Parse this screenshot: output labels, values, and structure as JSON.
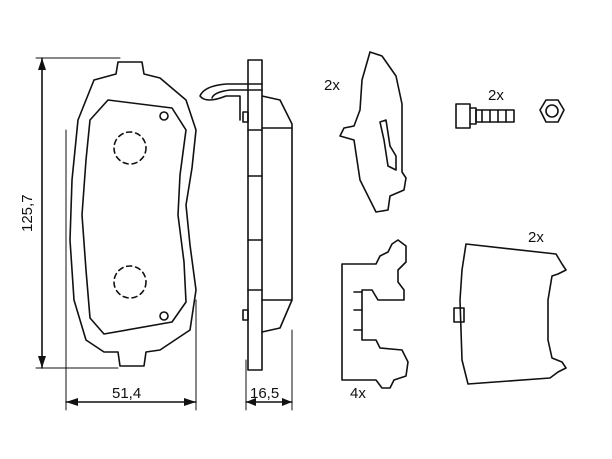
{
  "dimensions": {
    "height": "125,7",
    "width": "51,4",
    "thickness": "16,5"
  },
  "quantities": {
    "clips_upper": "2x",
    "bolts": "2x",
    "plate_right": "2x",
    "clips_lower": "4x"
  },
  "colors": {
    "line": "#111111",
    "background": "#ffffff"
  }
}
